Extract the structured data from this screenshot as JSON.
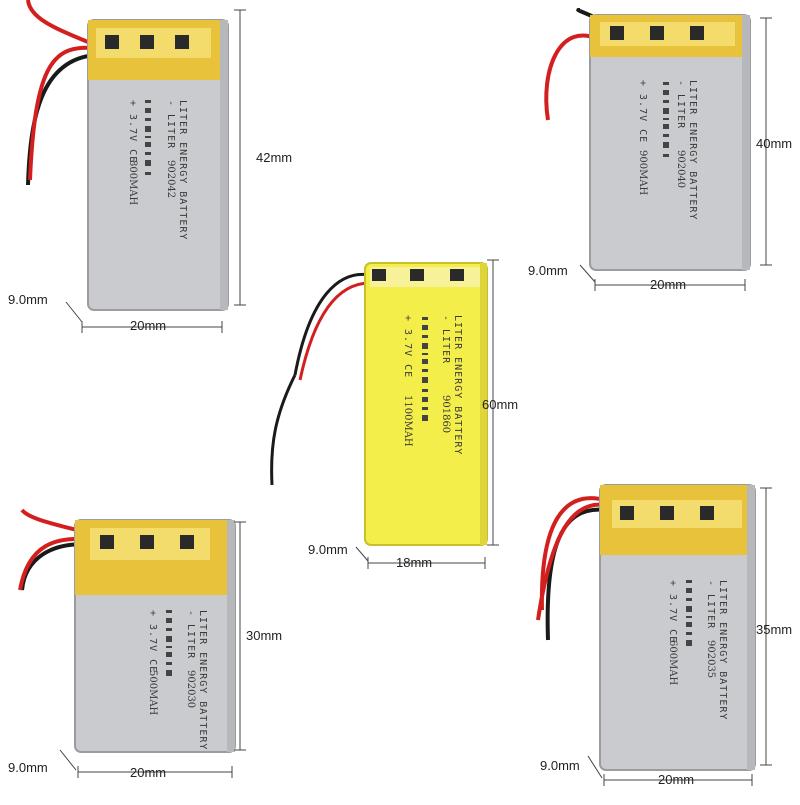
{
  "colors": {
    "kapton": "#e8c23a",
    "kapton_light": "#f3dc6b",
    "pouch": "#c9cbce",
    "pouch_edge": "#9a9ca0",
    "wire_red": "#d41f1f",
    "wire_black": "#1a1a1a",
    "yellow_pouch": "#f4ee4a"
  },
  "batteries": [
    {
      "id": "902042",
      "brand_line": "LITER ENERGY BATTERY",
      "sub_line": "- LITER",
      "volt_line": "+ 3.7V CE",
      "model": "902042",
      "capacity": "800MAH",
      "height_label": "42mm",
      "width_label": "20mm",
      "thickness_label": "9.0mm"
    },
    {
      "id": "902040",
      "brand_line": "LITER ENERGY BATTERY",
      "sub_line": "- LITER",
      "volt_line": "+ 3.7V CE",
      "model": "902040",
      "capacity": "900MAH",
      "height_label": "40mm",
      "width_label": "20mm",
      "thickness_label": "9.0mm"
    },
    {
      "id": "901860",
      "brand_line": "LITER ENERGY BATTERY",
      "sub_line": "- LITER",
      "volt_line": "+ 3.7V CE",
      "model": "901860",
      "capacity": "1100MAH",
      "height_label": "60mm",
      "width_label": "18mm",
      "thickness_label": "9.0mm"
    },
    {
      "id": "902030",
      "brand_line": "LITER ENERGY BATTERY",
      "sub_line": "- LITER",
      "volt_line": "+ 3.7V CE",
      "model": "902030",
      "capacity": "500MAH",
      "height_label": "30mm",
      "width_label": "20mm",
      "thickness_label": "9.0mm"
    },
    {
      "id": "902035",
      "brand_line": "LITER ENERGY BATTERY",
      "sub_line": "- LITER",
      "volt_line": "+ 3.7V CE",
      "model": "902035",
      "capacity": "600MAH",
      "height_label": "35mm",
      "width_label": "20mm",
      "thickness_label": "9.0mm"
    }
  ]
}
